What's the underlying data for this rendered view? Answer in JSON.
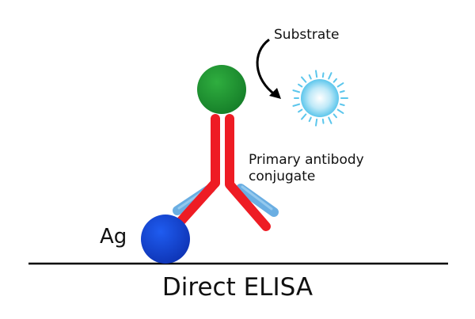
{
  "diagram": {
    "title": "Direct ELISA",
    "labels": {
      "substrate": "Substrate",
      "primary_line1": "Primary antibody",
      "primary_line2": "conjugate",
      "antigen": "Ag"
    },
    "colors": {
      "enzyme": "#21922f",
      "antibody_heavy_chain": "#ee1c24",
      "antibody_light_chain": "#6aaee2",
      "antigen": "#1446d6",
      "product_glow": "#7fd3ef",
      "arrow": "#000000",
      "surface": "#000000"
    },
    "icons": [
      "curved-arrow-icon",
      "glowing-product-icon"
    ]
  }
}
